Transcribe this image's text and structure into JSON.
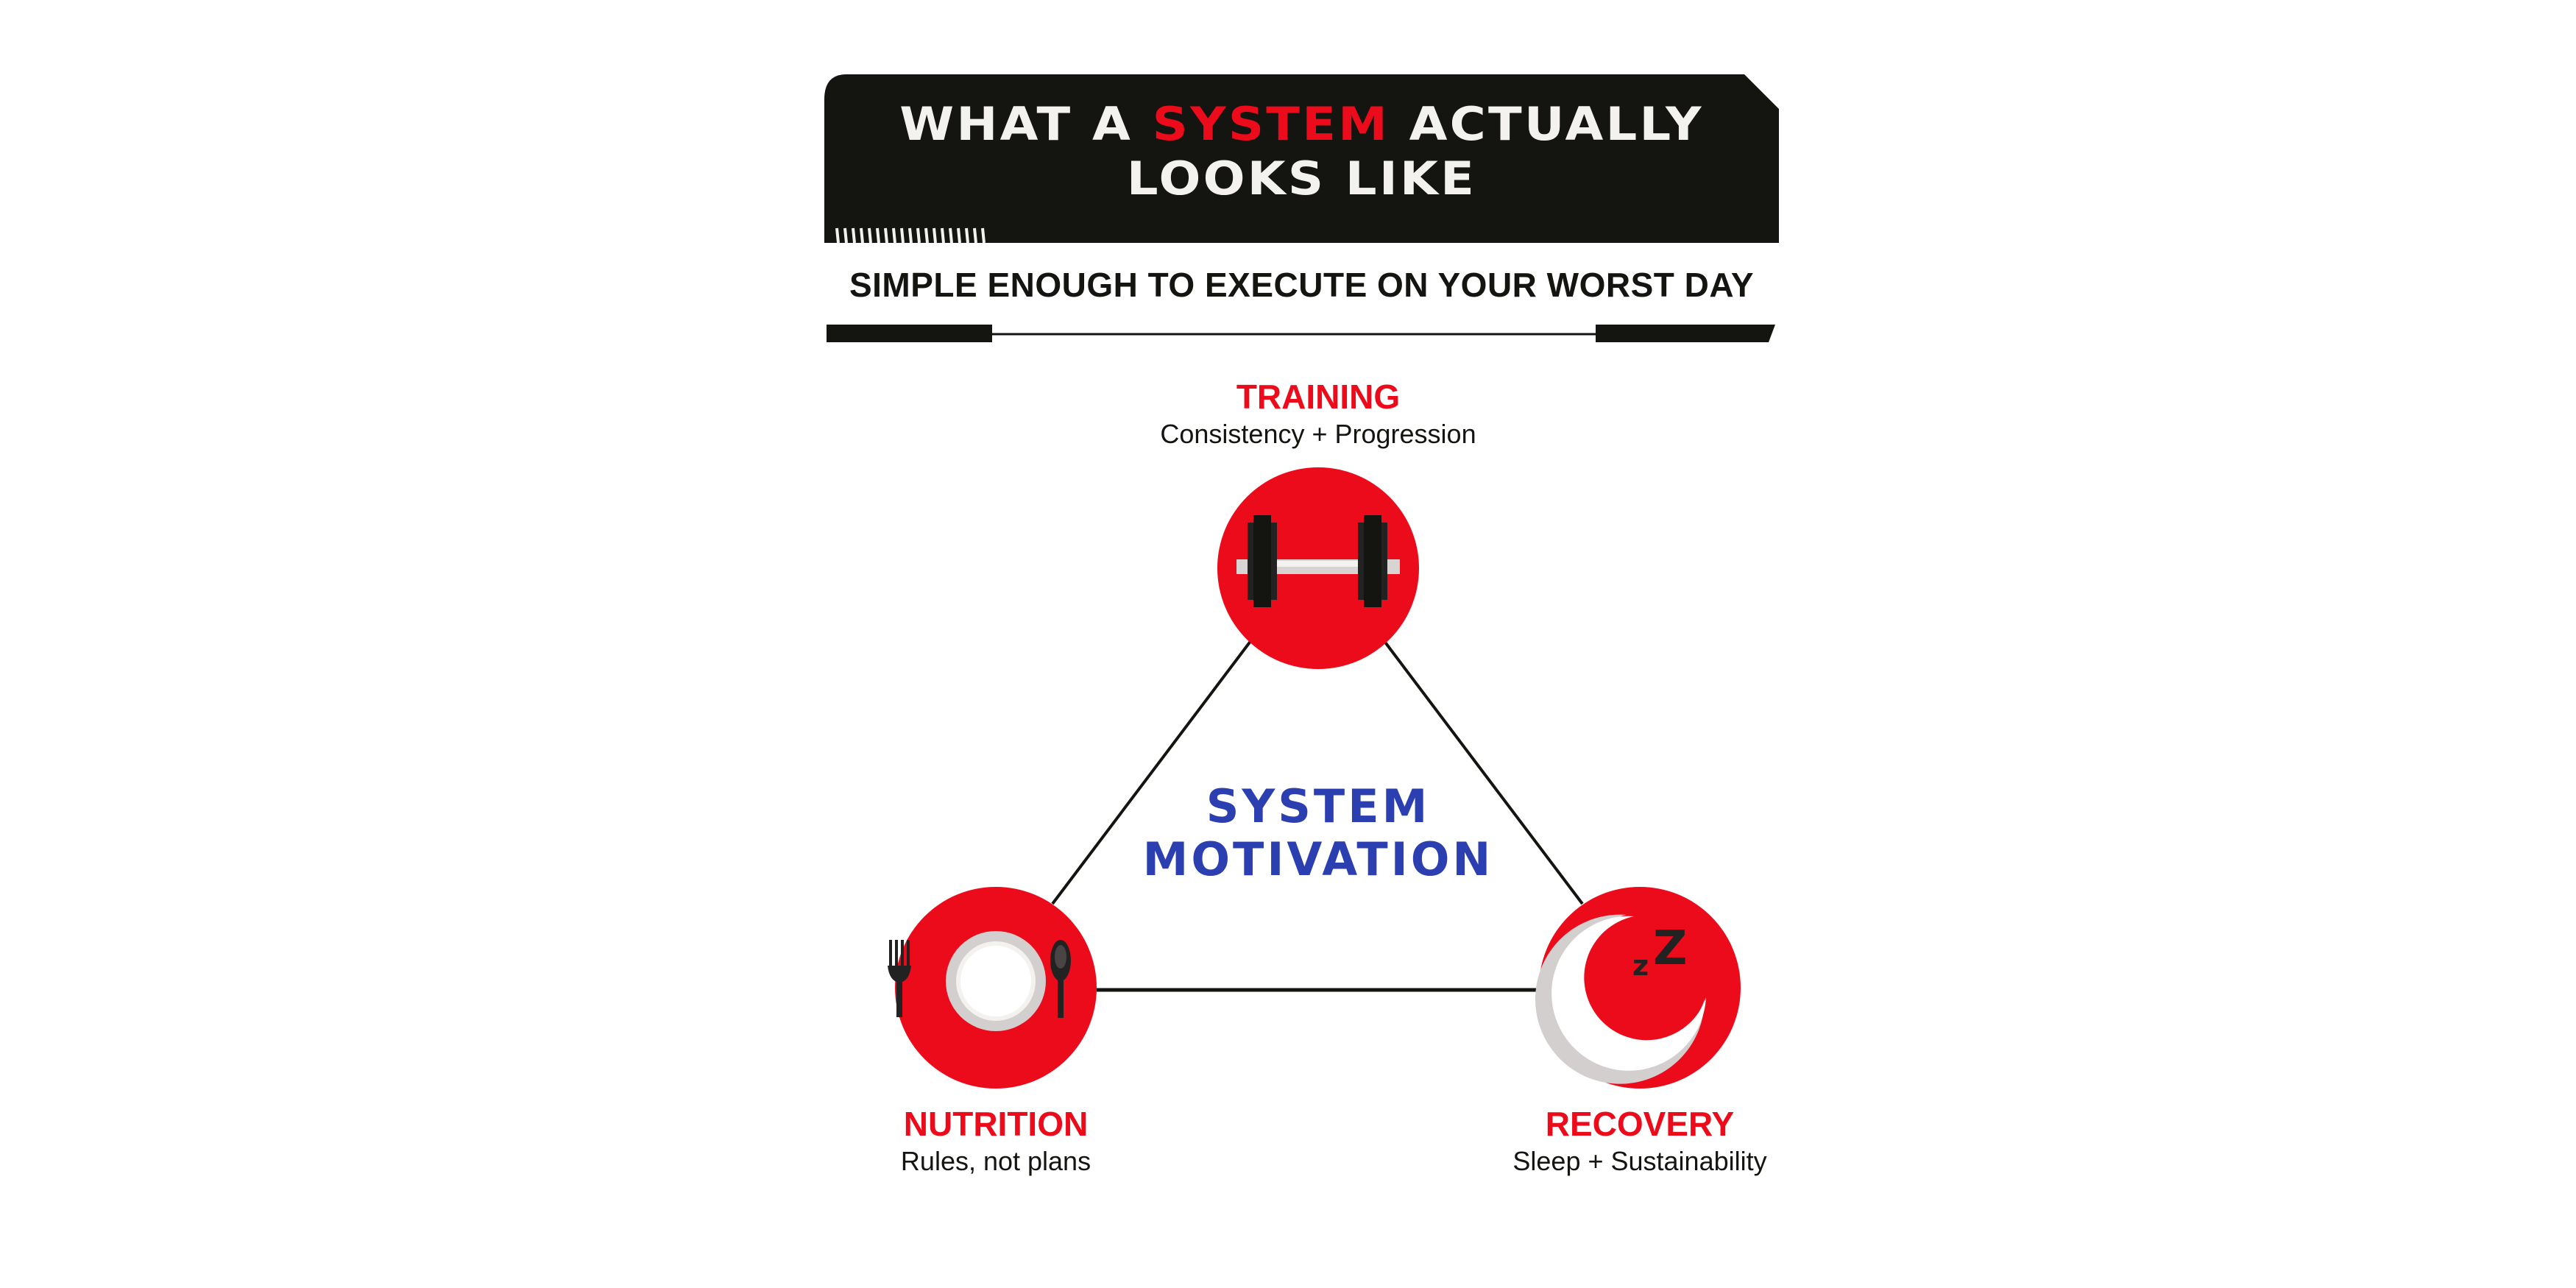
{
  "header": {
    "title_part1": "WHAT A ",
    "title_accent": "SYSTEM",
    "title_part2": " ACTUALLY",
    "title_line2": "LOOKS LIKE",
    "subtitle": "SIMPLE ENOUGH TO EXECUTE ON YOUR WORST DAY"
  },
  "center": {
    "line1": "SYSTEM",
    "line2": "MOTIVATION"
  },
  "nodes": {
    "training": {
      "label": "TRAINING",
      "sub": "Consistency + Progression",
      "icon": "dumbbell-icon"
    },
    "nutrition": {
      "label": "NUTRITION",
      "sub": "Rules, not plans",
      "icon": "plate-cutlery-icon"
    },
    "recovery": {
      "label": "RECOVERY",
      "sub": "Sleep + Sustainability",
      "icon": "moon-sleep-icon"
    },
    "recovery_zz": "zZ"
  },
  "colors": {
    "accent": "#ec0b1a",
    "dark": "#141410",
    "blue": "#2b3fb0"
  }
}
